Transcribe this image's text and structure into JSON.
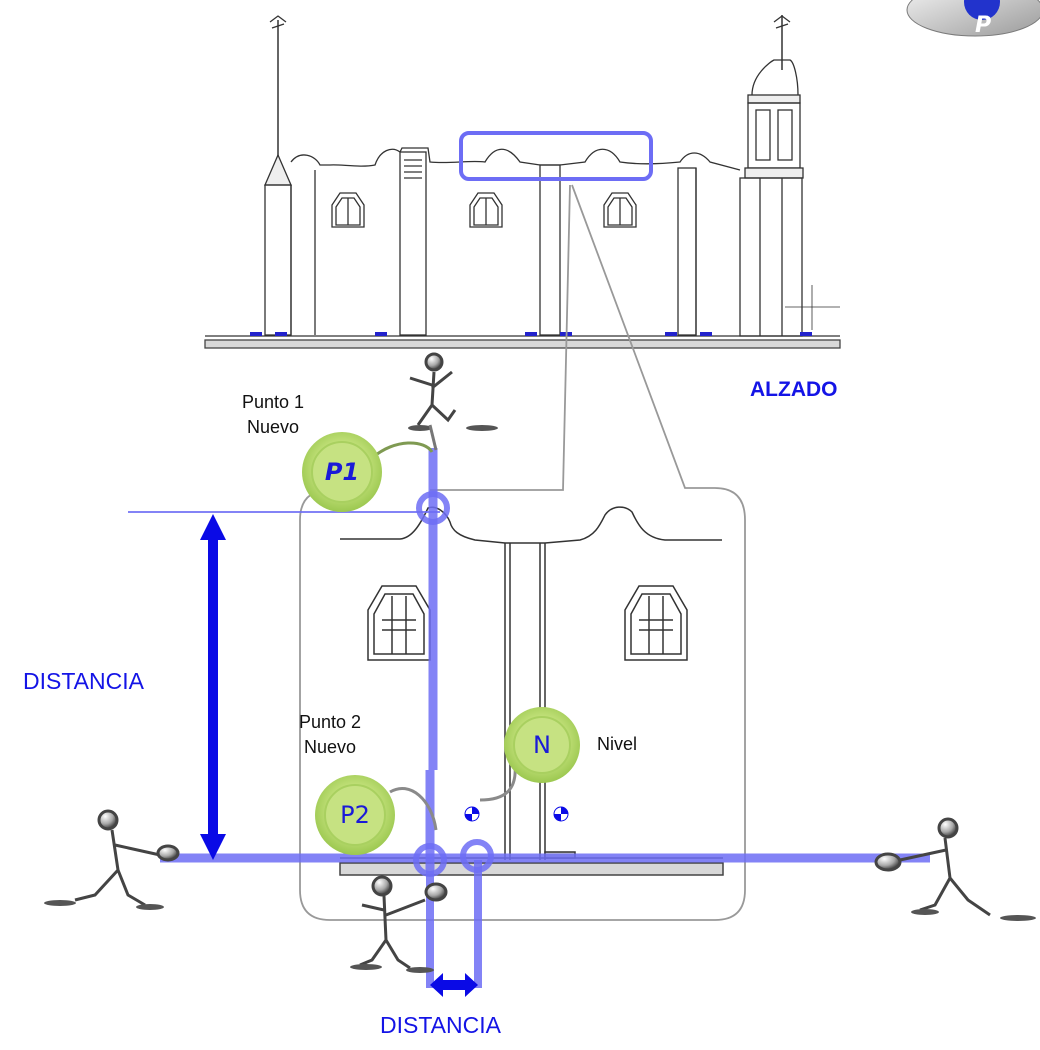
{
  "labels": {
    "alzado": "ALZADO",
    "distancia_vertical": "DISTANCIA",
    "distancia_horizontal": "DISTANCIA",
    "punto1_line1": "Punto 1",
    "punto1_line2": "Nuevo",
    "punto2_line1": "Punto 2",
    "punto2_line2": "Nuevo",
    "nivel": "Nivel"
  },
  "markers": {
    "p1": "P1",
    "p2": "P2",
    "n": "N"
  },
  "logo": {
    "letter": "P"
  },
  "colors": {
    "measure_blue": "#0a0ae6",
    "guide_blue": "#6d6df5",
    "marker_green": "#b5dc6a",
    "drawing_line": "#333333"
  }
}
